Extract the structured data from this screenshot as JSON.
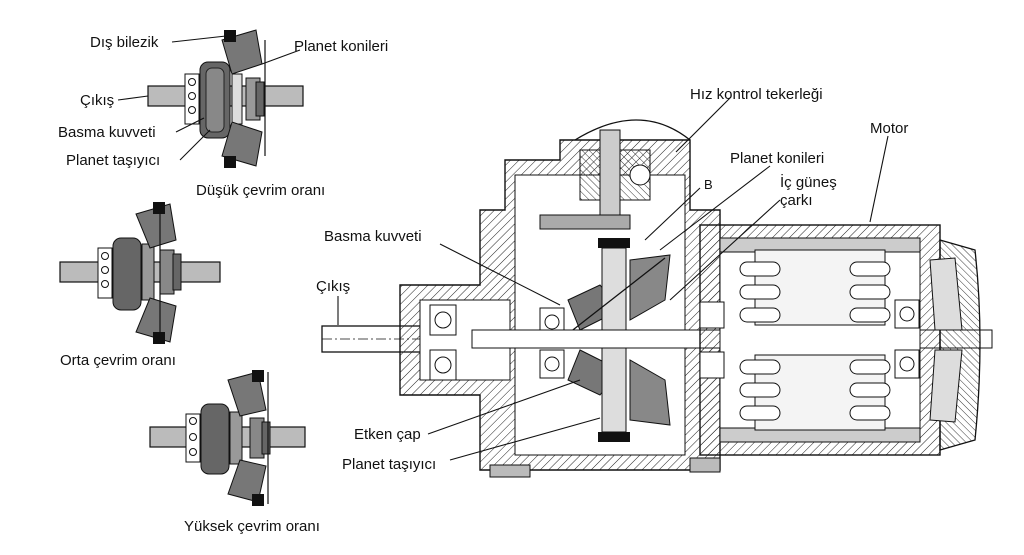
{
  "diagram": {
    "small_views": {
      "low": {
        "caption": "Düşük çevrim oranı",
        "labels": {
          "outer_ring": "Dış bilezik",
          "planet_cones": "Planet konileri",
          "output": "Çıkış",
          "thrust_force": "Basma kuvveti",
          "planet_carrier": "Planet taşıyıcı"
        }
      },
      "medium": {
        "caption": "Orta çevrim oranı"
      },
      "high": {
        "caption": "Yüksek çevrim oranı"
      }
    },
    "main_view": {
      "labels": {
        "speed_control_wheel": "Hız kontrol tekerleği",
        "motor": "Motor",
        "planet_cones": "Planet konileri",
        "point_b": "B",
        "inner_sun_gear_line1": "İç güneş",
        "inner_sun_gear_line2": "çarkı",
        "thrust_force": "Basma kuvveti",
        "output": "Çıkış",
        "drive_diameter": "Etken çap",
        "planet_carrier": "Planet taşıyıcı"
      }
    }
  }
}
